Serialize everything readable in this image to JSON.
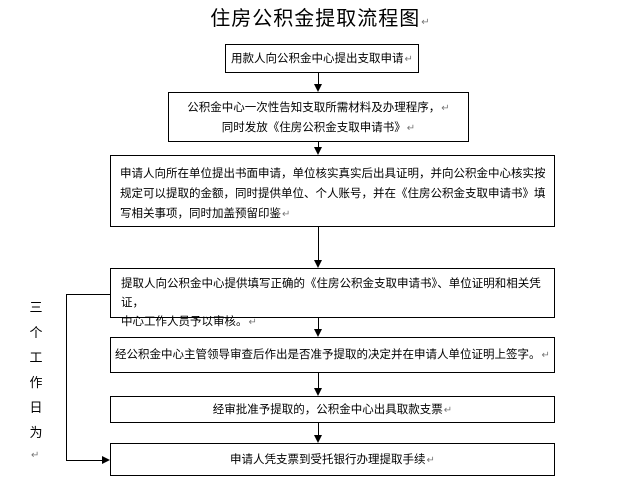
{
  "title": "住房公积金提取流程图",
  "paragraph_mark": "↵",
  "steps": [
    {
      "lines": [
        "用款人向公积金中心提出支取申请"
      ]
    },
    {
      "lines": [
        "公积金中心一次性告知支取所需材料及办理程序，",
        "同时发放《住房公积金支取申请书》"
      ]
    },
    {
      "lines": [
        "申请人向所在单位提出书面申请，单位核实真实后出具证明，并向公积金中心核实按",
        "规定可以提取的金额，同时提供单位、个人账号，并在《住房公积金支取申请书》填",
        "写相关事项，同时加盖预留印鉴"
      ]
    },
    {
      "lines": [
        "提取人向公积金中心提供填写正确的《住房公积金支取申请书》、单位证明和相关凭证，",
        "中心工作人员予以审核。"
      ]
    },
    {
      "lines": [
        "经公积金中心主管领导审查后作出是否准予提取的决定并在申请人单位证明上签字。"
      ]
    },
    {
      "lines": [
        "经审批准予提取的，公积金中心出具取款支票"
      ]
    },
    {
      "lines": [
        "申请人凭支票到受托银行办理提取手续"
      ]
    }
  ],
  "side_label": [
    "三",
    "个",
    "工",
    "作",
    "日",
    "为"
  ]
}
